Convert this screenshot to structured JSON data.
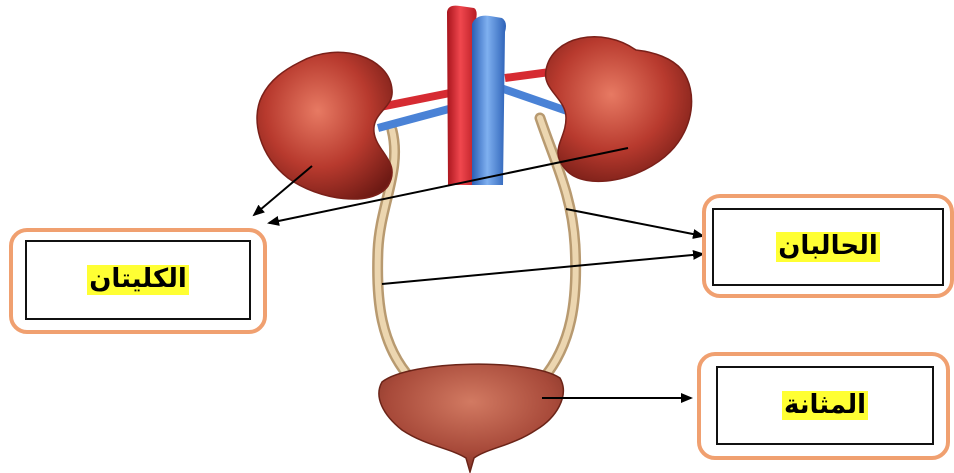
{
  "labels": {
    "kidneys": "الكليتان",
    "ureters": "الحالبان",
    "bladder": "المثانة"
  },
  "colors": {
    "label_frame": "#f0a070",
    "label_highlight": "#ffff33",
    "kidney": "#b0392f",
    "artery": "#e0333b",
    "vein": "#4a82d6",
    "ureter": "#e2c9a0",
    "bladder": "#a84a3a"
  },
  "icons": {
    "arrowhead": "arrowhead-icon"
  }
}
